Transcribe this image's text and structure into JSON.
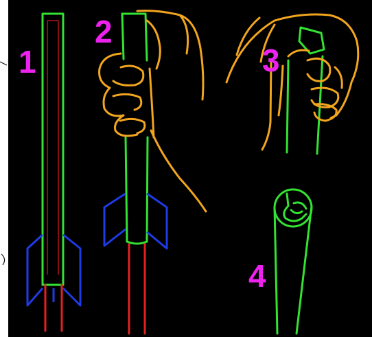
{
  "image": {
    "background": "#000000",
    "frame_edge_color": "#ffffff",
    "colors": {
      "rocket_tube": "#33e233",
      "launch_rod": "#e22222",
      "fins": "#1f3be6",
      "hand": "#f2a51e",
      "step_number": "#ee22ee"
    }
  },
  "steps": [
    {
      "label": "1"
    },
    {
      "label": "2"
    },
    {
      "label": "3"
    },
    {
      "label": "4"
    }
  ]
}
